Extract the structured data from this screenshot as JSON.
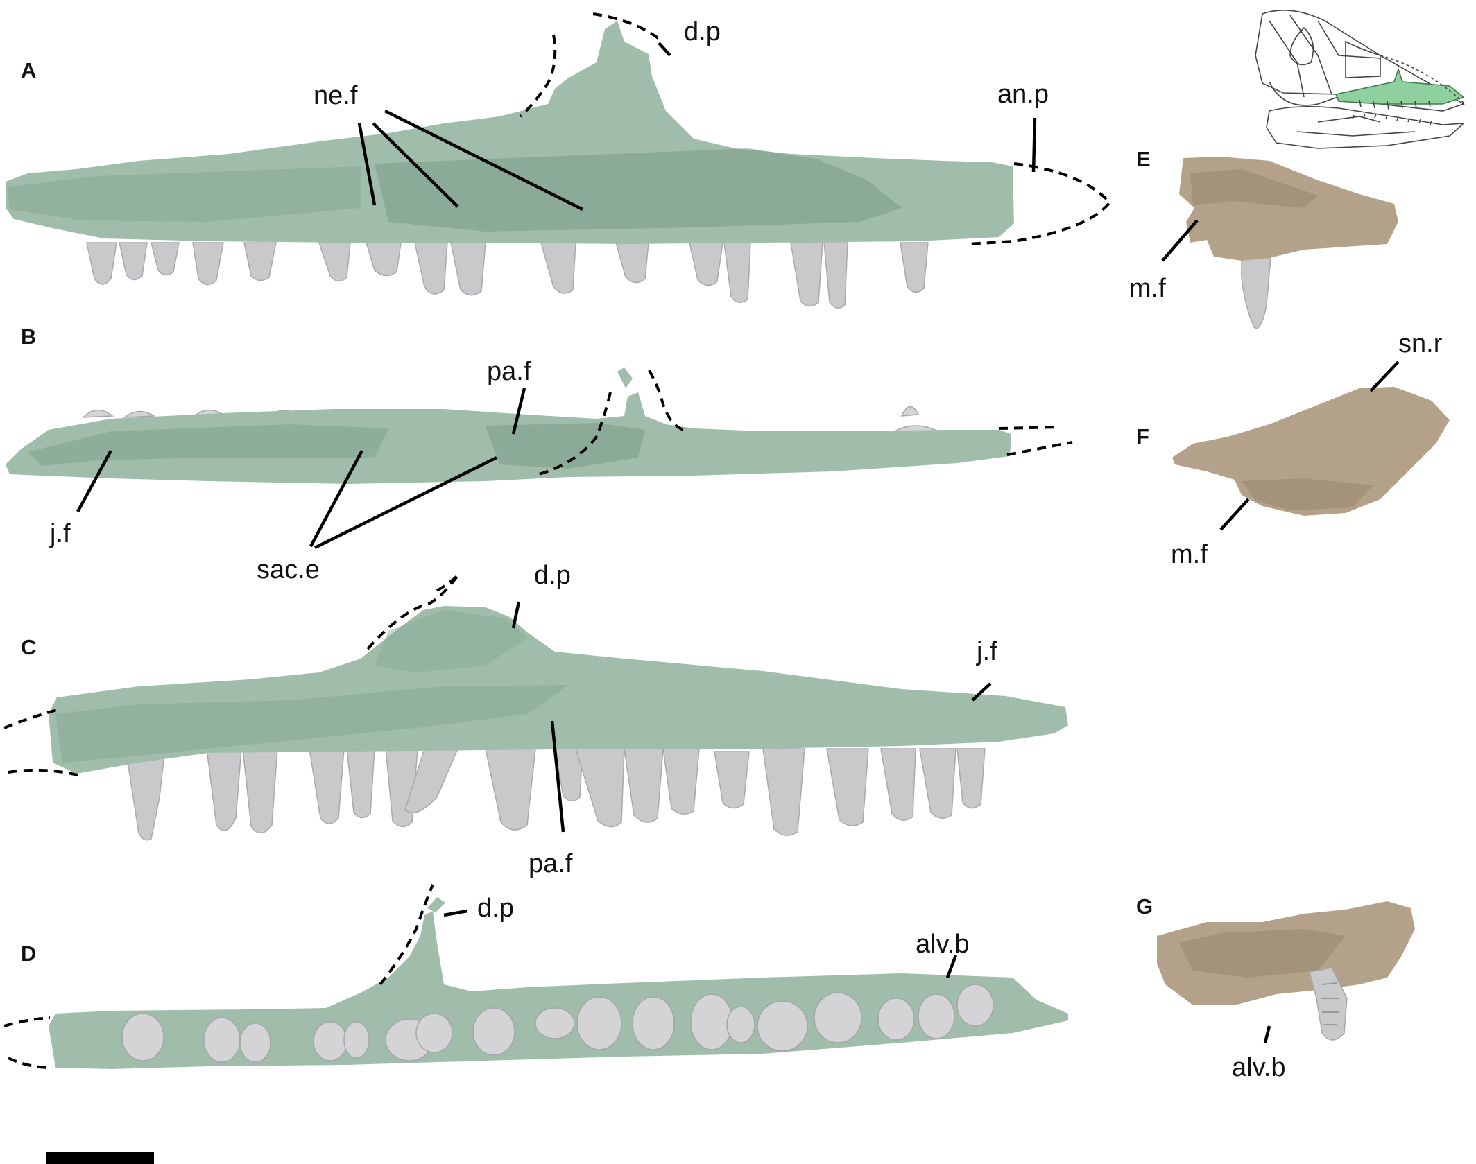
{
  "panels": {
    "A": {
      "letter": "A",
      "labels": {
        "ne_f": "ne.f",
        "d_p": "d.p",
        "an_p": "an.p"
      }
    },
    "B": {
      "letter": "B",
      "labels": {
        "pa_f": "pa.f",
        "j_f": "j.f",
        "sac_e": "sac.e"
      }
    },
    "C": {
      "letter": "C",
      "labels": {
        "d_p": "d.p",
        "j_f": "j.f",
        "pa_f": "pa.f"
      }
    },
    "D": {
      "letter": "D",
      "labels": {
        "d_p": "d.p",
        "alv_b": "alv.b"
      }
    },
    "E": {
      "letter": "E",
      "labels": {
        "m_f": "m.f"
      }
    },
    "F": {
      "letter": "F",
      "labels": {
        "sn_r": "sn.r",
        "m_f": "m.f"
      }
    },
    "G": {
      "letter": "G",
      "labels": {
        "alv_b": "alv.b"
      }
    }
  },
  "colors": {
    "bone": "#9fbdaa",
    "tooth": "#c9c9cb",
    "fragment": "#b3a18a",
    "highlight": "#8fd19e"
  },
  "scale_bar_value": ""
}
